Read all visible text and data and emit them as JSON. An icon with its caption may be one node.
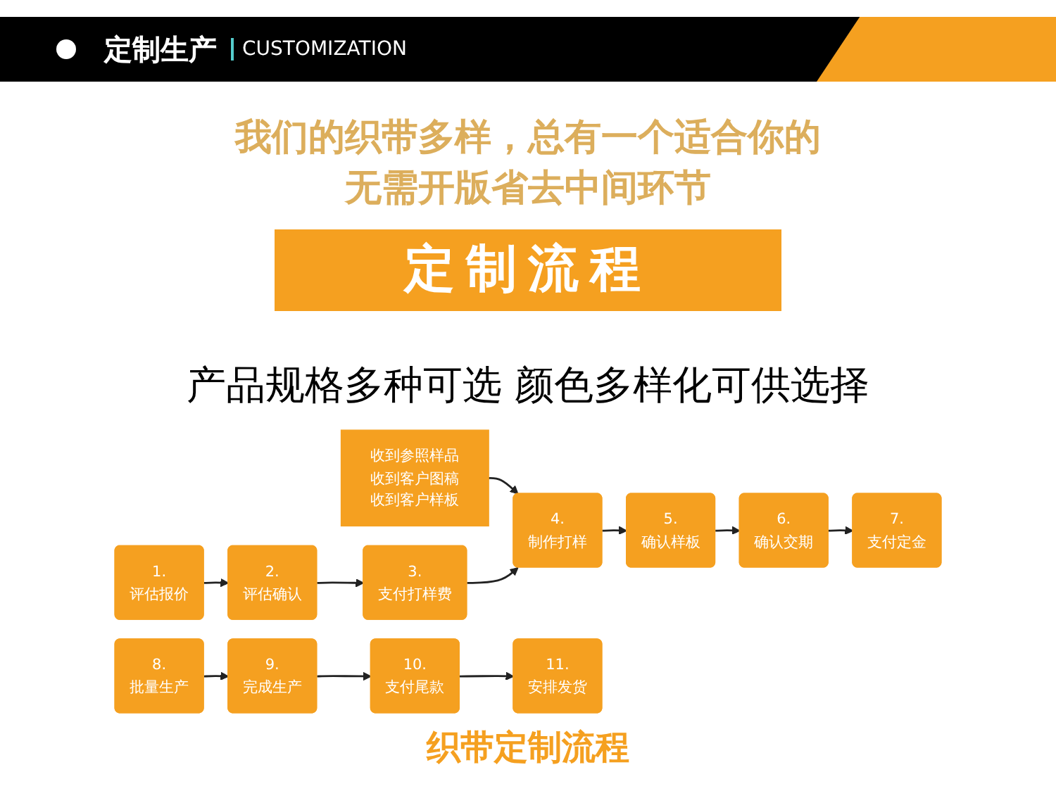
{
  "diagram": {
    "title": "定制生产",
    "caption": "织带定制流程",
    "nodes": [
      {
        "text": [
          "收到参照样品",
          "收到客户图稿",
          "收到客户样板"
        ]
      },
      {
        "text": [
          "1.",
          "评估报价"
        ]
      },
      {
        "text": [
          "2.",
          "评估确认"
        ]
      },
      {
        "text": [
          "3.",
          "支付打样费"
        ]
      },
      {
        "text": [
          "4.",
          "制作打样"
        ]
      },
      {
        "text": [
          "5.",
          "确认样板"
        ]
      },
      {
        "text": [
          "6.",
          "确认交期"
        ]
      },
      {
        "text": [
          "7.",
          "支付定金"
        ]
      },
      {
        "text": [
          "8.",
          "批量生产"
        ]
      },
      {
        "text": [
          "9.",
          "完成生产"
        ]
      },
      {
        "text": [
          "10.",
          "支付尾款"
        ]
      },
      {
        "text": [
          "11.",
          "安排发货"
        ]
      }
    ],
    "edges": [
      {
        "from": 0,
        "to": 4,
        "arrow": "to"
      },
      {
        "from": 1,
        "to": 2,
        "arrow": "to"
      },
      {
        "from": 2,
        "to": 3,
        "arrow": "to"
      },
      {
        "from": 3,
        "to": 4,
        "arrow": "to"
      },
      {
        "from": 4,
        "to": 5,
        "arrow": "to"
      },
      {
        "from": 5,
        "to": 6,
        "arrow": "to"
      },
      {
        "from": 6,
        "to": 7,
        "arrow": "to"
      },
      {
        "from": 8,
        "to": 9,
        "arrow": "to"
      },
      {
        "from": 9,
        "to": 10,
        "arrow": "to"
      },
      {
        "from": 10,
        "to": 11,
        "arrow": "to"
      }
    ],
    "labels": [
      "CUSTOMIZATION",
      "我们的织带多样，总有一个适合你的",
      "无需开版省去中间环节",
      "定制流程",
      "产品规格多种可选 颜色多样化可供选择"
    ]
  }
}
